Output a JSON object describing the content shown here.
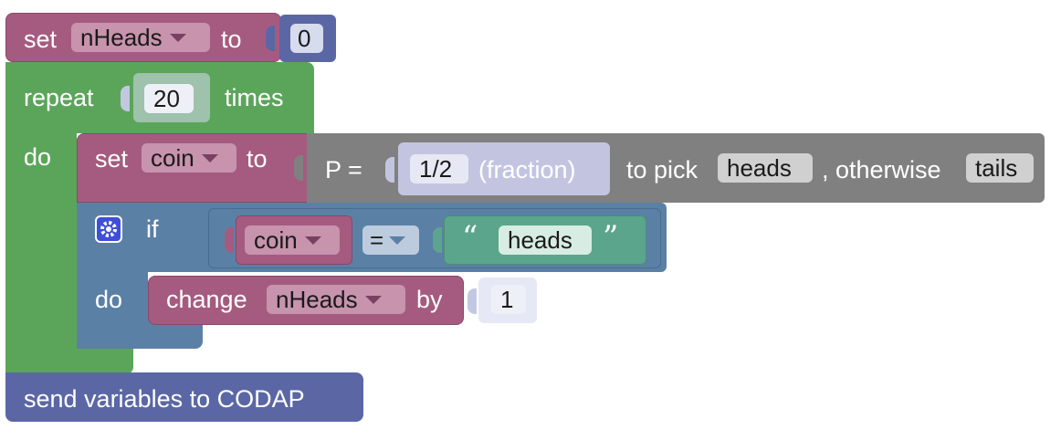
{
  "colors": {
    "variable": "#A55B80",
    "variable_field": "#C793AD",
    "loop": "#5BA55B",
    "logic": "#5B80A5",
    "math": "#5B67A5",
    "math_field": "#D6DBEE",
    "text": "#5BA58C",
    "text_field": "#D7ECE2",
    "procedure": "#808080",
    "procedure_field": "#D0D0D0",
    "fraction_block": "#C3C5E0",
    "mutator_icon": "#3F4FD8"
  },
  "icons": {
    "mutator": "gear-icon",
    "dropdown": "triangle-down-icon",
    "quotes": "quote-marks-icon"
  },
  "block1": {
    "set_label": "set",
    "variable": "nHeads",
    "to_label": "to",
    "value": "0"
  },
  "repeat": {
    "label": "repeat",
    "count": "20",
    "times_label": "times",
    "do_label": "do"
  },
  "set_coin": {
    "set_label": "set",
    "variable": "coin",
    "to_label": "to"
  },
  "pick": {
    "p_label": "P =",
    "fraction_value": "1/2",
    "fraction_label": "(fraction)",
    "to_pick_label": "to pick",
    "option_a": "heads",
    "otherwise_label": ", otherwise",
    "option_b": "tails"
  },
  "if_block": {
    "if_label": "if",
    "do_label": "do",
    "compare_variable": "coin",
    "operator": "=",
    "open_quote": "“",
    "text_value": "heads",
    "close_quote": "”"
  },
  "change": {
    "label": "change",
    "variable": "nHeads",
    "by_label": "by",
    "amount": "1"
  },
  "send": {
    "label": "send variables to CODAP"
  }
}
